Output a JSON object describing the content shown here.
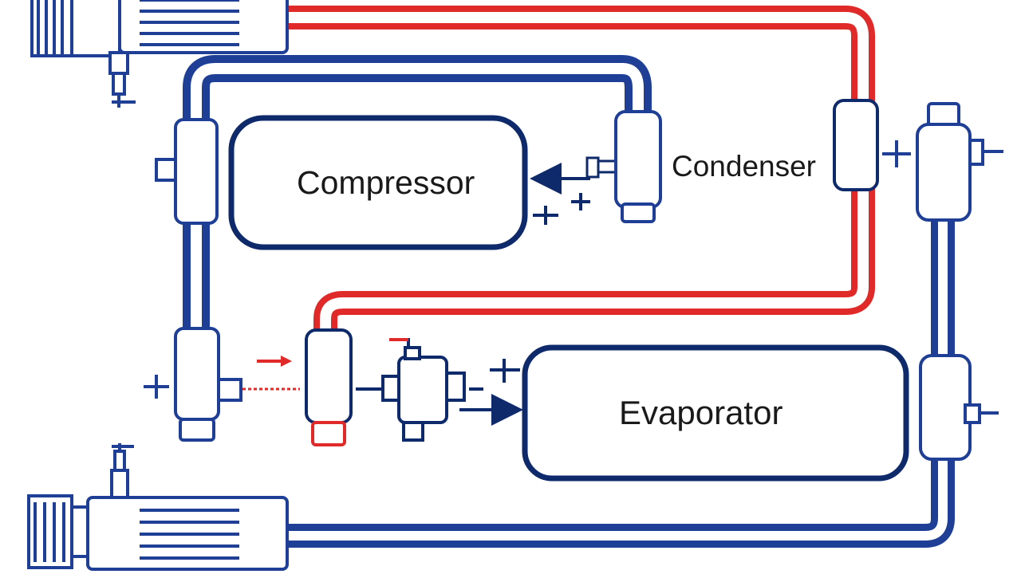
{
  "diagram": {
    "labels": {
      "compressor": "Compressor",
      "condenser": "Condenser",
      "evaporator": "Evaporator"
    },
    "colors": {
      "cold_line": "#1f3f96",
      "hot_line": "#e02a2a",
      "box_outline": "#0f2a6b",
      "background": "#ffffff"
    },
    "symbols": [
      "plus-sign",
      "minus-sign",
      "flow-arrow",
      "valve-icon",
      "pump-motor-icon",
      "fitting-icon"
    ]
  }
}
